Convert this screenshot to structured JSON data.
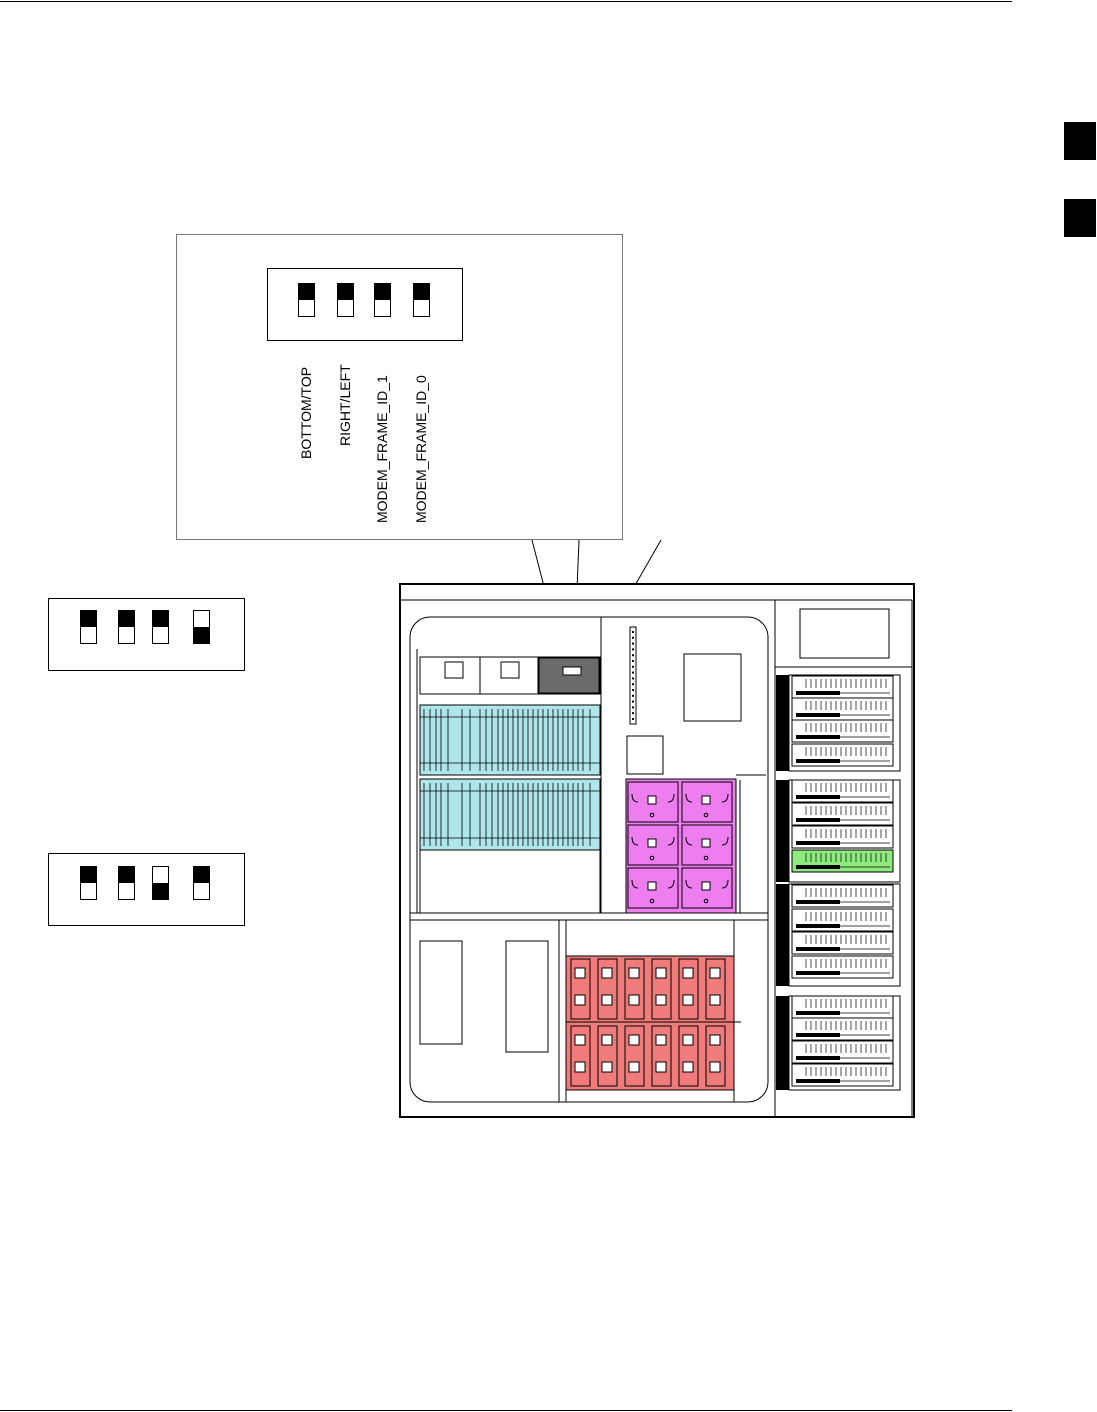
{
  "callout": {
    "switch_labels": [
      "BOTTOM/TOP",
      "RIGHT/LEFT",
      "MODEM_FRAME_ID_1",
      "MODEM_FRAME_ID_0"
    ],
    "switch_positions": [
      "up",
      "up",
      "up",
      "up"
    ]
  },
  "example_settings": [
    {
      "switch_positions": [
        "up",
        "up",
        "up",
        "down"
      ]
    },
    {
      "switch_positions": [
        "up",
        "up",
        "down",
        "up"
      ]
    }
  ],
  "colors": {
    "modem_frame": "#aee6ec",
    "drawer_panel": "#ee7ef0",
    "battery_panel": "#ef7b7b",
    "highlighted_shelf": "#8fea7e",
    "switch_panel": "#6b6b6b"
  }
}
